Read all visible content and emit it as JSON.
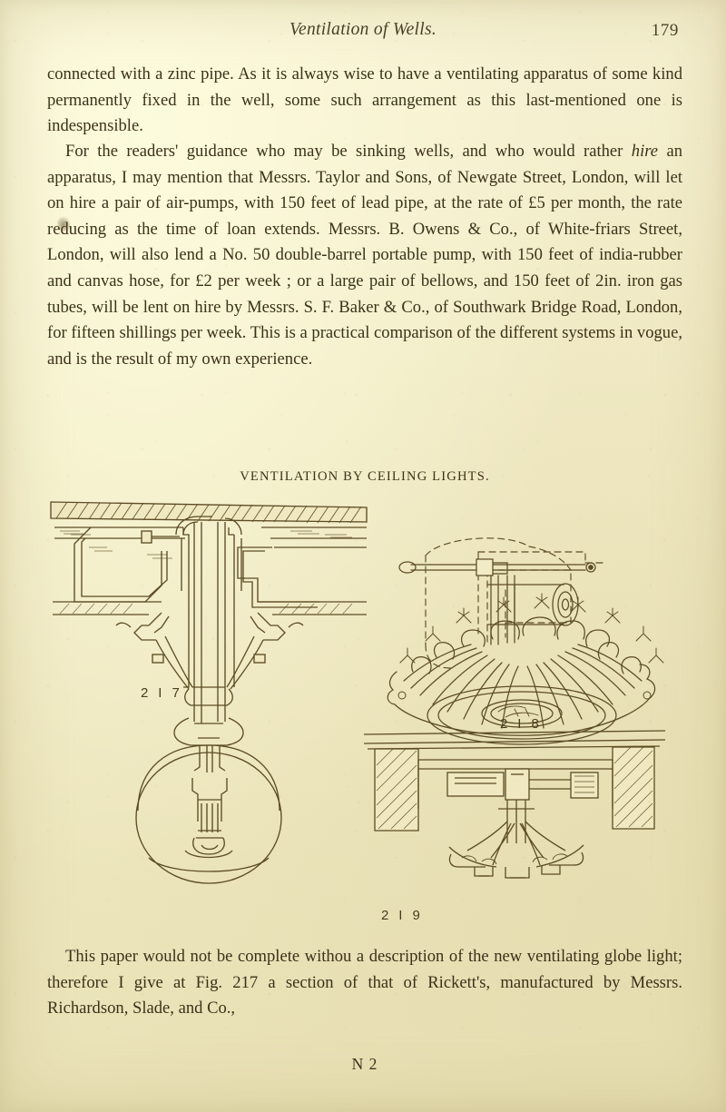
{
  "page": {
    "running_head_title": "Ventilation of Wells.",
    "folio": "179",
    "signature_mark": "N 2"
  },
  "body": {
    "paragraph_1": "connected with a zinc pipe. As it is always wise to have a ventilating apparatus of some kind permanently fixed in the well, some such arrangement as this last-mentioned one is indespensible.",
    "paragraph_2_part_a": "For the readers' guidance who may be sinking wells, and who would rather ",
    "paragraph_2_italic": "hire",
    "paragraph_2_part_b": " an apparatus, I may mention that Messrs. Taylor and Sons, of Newgate Street, London, will let on hire a pair of air-pumps, with 150 feet of lead pipe, at the rate of £5 per month, the rate reducing as the time of loan extends. Messrs. B. Owens & Co., of White-friars Street, London, will also lend a No. 50 double-barrel portable pump, with 150 feet of india-rubber and canvas hose, for £2 per week ; or a large pair of bellows, and 150 feet of 2in. iron gas tubes, will be lent on hire by Messrs. S. F. Baker & Co., of Southwark Bridge Road, London, for fifteen shillings per week. This is a practical comparison of the different systems in vogue, and is the result of my own experience.",
    "paragraph_3": "This paper would not be complete withou a description of the new ventilating globe light; therefore I give at Fig. 217 a section of that of Rickett's, manufactured by Messrs. Richardson, Slade, and Co.,"
  },
  "figure_section": {
    "heading": "Ventilation by Ceiling Lights.",
    "figures": [
      {
        "number": "2 I 7",
        "caption_label": "217",
        "description": "Sectional engraving of a ventilating ceiling globe light set in a floor/ceiling, showing flue pipes, air ducts and hanging glass globe"
      },
      {
        "number": "2 I 8",
        "caption_label": "218",
        "description": "Perspective engraving of an ornamental ceiling ventilator rose with radiating petal flutes and a central disc"
      },
      {
        "number": "2 I 9",
        "caption_label": "219",
        "description": "Sectional engraving of a ceiling light housing within joists, with a hollow supporting column and splayed base"
      }
    ]
  },
  "colors": {
    "paper": "#f1ebc6",
    "ink": "#3b3119",
    "plate_ink": "#5c4c24"
  }
}
